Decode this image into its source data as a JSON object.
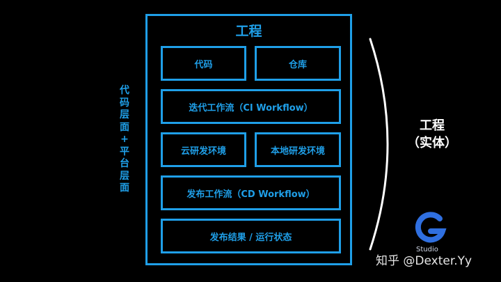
{
  "diagram": {
    "title": "工程",
    "side_label_chars": [
      "代",
      "码",
      "层",
      "面",
      "+",
      "平",
      "台",
      "层",
      "面"
    ],
    "boxes": {
      "code": "代码",
      "repo": "仓库",
      "iterative_workflow": "迭代工作流（CI Workflow）",
      "cloud_dev_env": "云研发环境",
      "local_dev_env": "本地研发环境",
      "release_workflow": "发布工作流（CD Workflow）",
      "release_result": "发布结果 / 运行状态"
    },
    "right_title_line1": "工程",
    "right_title_line2": "（实体）"
  },
  "watermark": {
    "logo_text": "Studio",
    "text": "知乎 @Dexter.Yy"
  },
  "colors": {
    "accent": "#1f9fe8",
    "background": "#000000",
    "text_white": "#ffffff"
  }
}
